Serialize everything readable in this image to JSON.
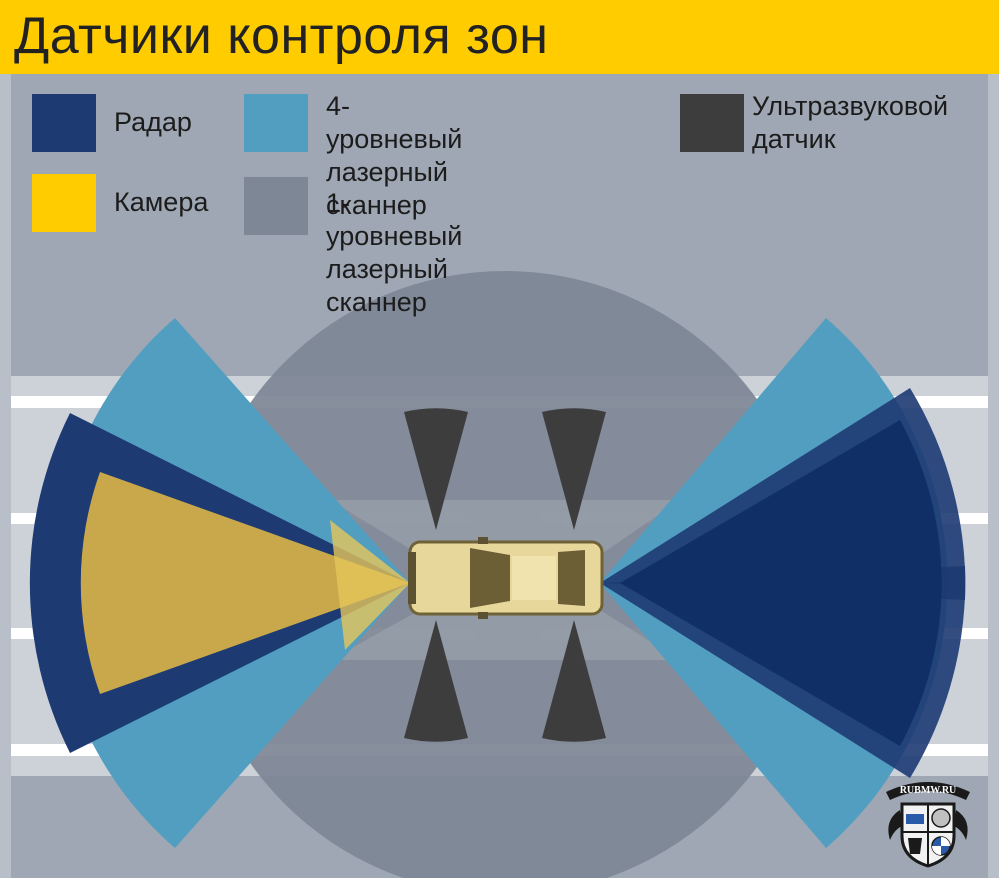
{
  "title": "Датчики контроля зон",
  "legend": [
    {
      "id": "radar",
      "label": "Радар",
      "color": "#1d3a73"
    },
    {
      "id": "laser4",
      "label": "4-уровневый лазерный\nсканнер",
      "color": "#529ec0"
    },
    {
      "id": "ultrasonic",
      "label": "Ультразвуковой\nдатчик",
      "color": "#3d3d3d"
    },
    {
      "id": "camera",
      "label": "Камера",
      "color": "#ffcc00"
    },
    {
      "id": "laser1",
      "label": "1-уровневый лазерный сканнер",
      "color": "#7e8796"
    }
  ],
  "colors": {
    "header_bg": "#ffcc00",
    "background": "#9ea7b3",
    "road": "#cdd2d9",
    "lane_marking": "#ffffff",
    "camera_cone": "#c8a84a",
    "rear_radar": "#0f2f66",
    "car_body": "#e8d79a"
  },
  "watermark": {
    "text": "RUBMW.RU"
  }
}
